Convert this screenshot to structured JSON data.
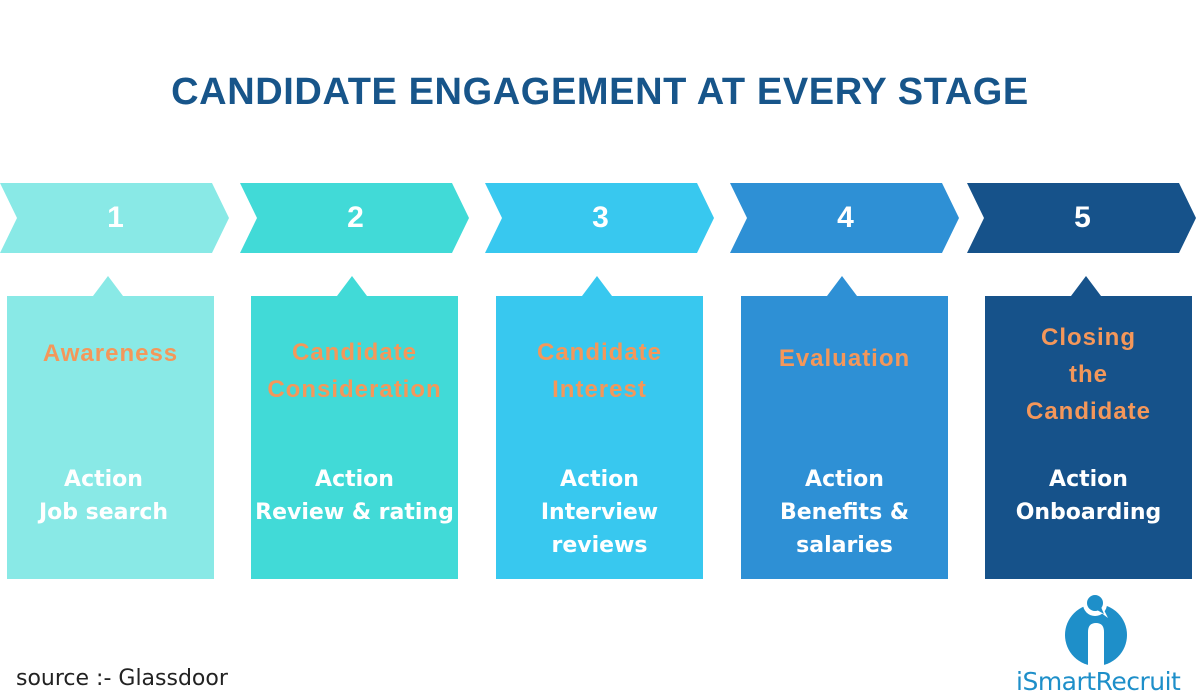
{
  "title": "CANDIDATE ENGAGEMENT AT EVERY STAGE",
  "colors": {
    "title": "#17558A",
    "stage_title": "#F4975A",
    "action_text": "#FFFFFF",
    "logo_blue": "#1E8FC9"
  },
  "stages": [
    {
      "number": "1",
      "color": "#89E9E6",
      "title_lines": [
        "Awareness"
      ],
      "action_label": "Action",
      "action_lines": [
        "Job search"
      ]
    },
    {
      "number": "2",
      "color": "#41DAD7",
      "title_lines": [
        "Candidate",
        "Consideration"
      ],
      "action_label": "Action",
      "action_lines": [
        "Review & rating"
      ]
    },
    {
      "number": "3",
      "color": "#38C8EF",
      "title_lines": [
        "Candidate",
        "Interest"
      ],
      "action_label": "Action",
      "action_lines": [
        "Interview",
        "reviews"
      ]
    },
    {
      "number": "4",
      "color": "#2E90D5",
      "title_lines": [
        "Evaluation"
      ],
      "action_label": "Action",
      "action_lines": [
        "Benefits &",
        "salaries"
      ]
    },
    {
      "number": "5",
      "color": "#16528A",
      "title_lines": [
        "Closing",
        "the",
        "Candidate"
      ],
      "action_label": "Action",
      "action_lines": [
        "Onboarding"
      ]
    }
  ],
  "source": "source :- Glassdoor",
  "logo": {
    "brand": "iSmartRecruit",
    "icon": "ismartrecruit-logo-icon"
  }
}
